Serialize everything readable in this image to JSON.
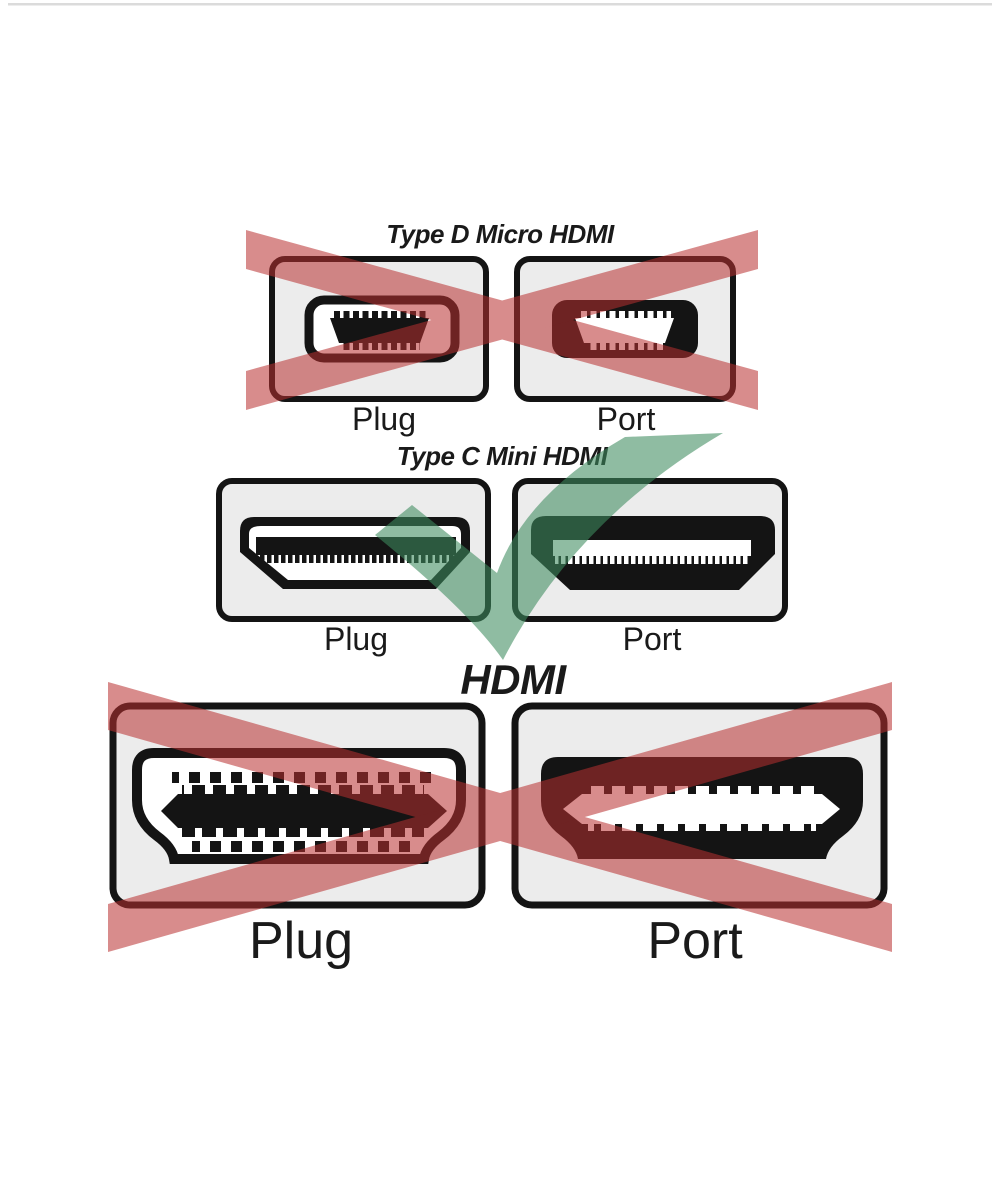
{
  "diagram": {
    "title_hint": "HDMI connector compatibility diagram",
    "sections": [
      {
        "id": "micro",
        "title": "Type D Micro HDMI",
        "plug_label": "Plug",
        "port_label": "Port",
        "mark": "red-cross"
      },
      {
        "id": "mini",
        "title": "Type C Mini HDMI",
        "plug_label": "Plug",
        "port_label": "Port",
        "mark": "green-check"
      },
      {
        "id": "standard",
        "title": "HDMI",
        "plug_label": "Plug",
        "port_label": "Port",
        "mark": "red-cross"
      }
    ],
    "colors": {
      "cross_red": "#b93030",
      "check_green": "#3e8c5f",
      "card_fill": "#ececec",
      "outline": "#141414",
      "background": "#ffffff"
    }
  }
}
